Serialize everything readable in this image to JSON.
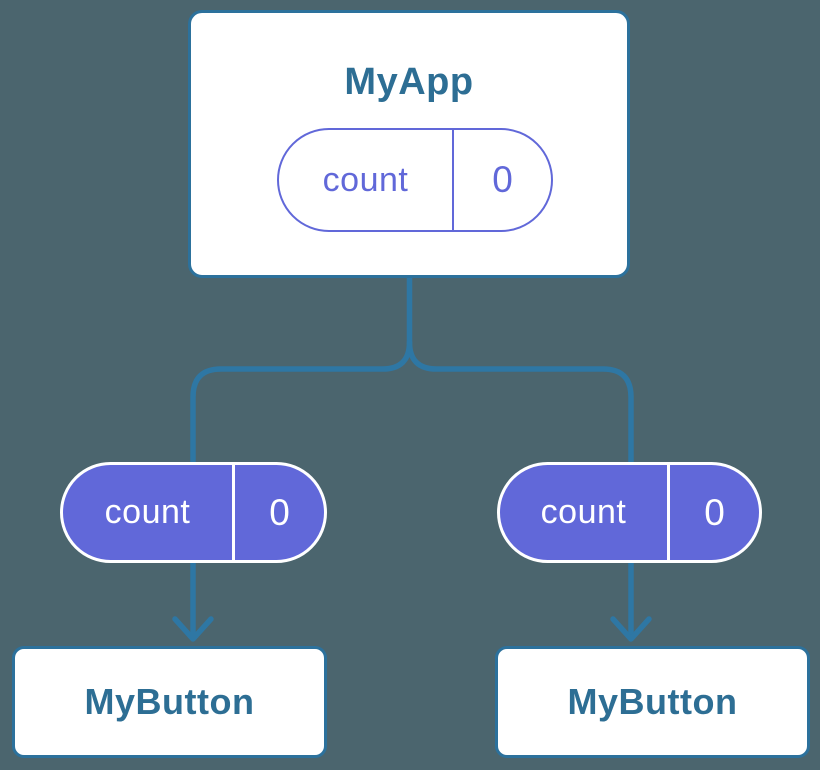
{
  "diagram": {
    "description": "Component tree diagram: parent MyApp holds count state shared down to two MyButton children",
    "background_color": "#4B656E",
    "colors": {
      "card_border_blue": "#2C719C",
      "connector_blue": "#2E77A4",
      "title_text_blue": "#2D6E94",
      "state_purple": "#6168D9",
      "card_fill": "#FFFFFF",
      "prop_text_white": "#FFFFFF"
    },
    "tree": {
      "root": {
        "title": "MyApp",
        "state": {
          "name": "count",
          "value": "0"
        }
      },
      "children": [
        {
          "title": "MyButton",
          "prop": {
            "name": "count",
            "value": "0"
          }
        },
        {
          "title": "MyButton",
          "prop": {
            "name": "count",
            "value": "0"
          }
        }
      ]
    }
  }
}
